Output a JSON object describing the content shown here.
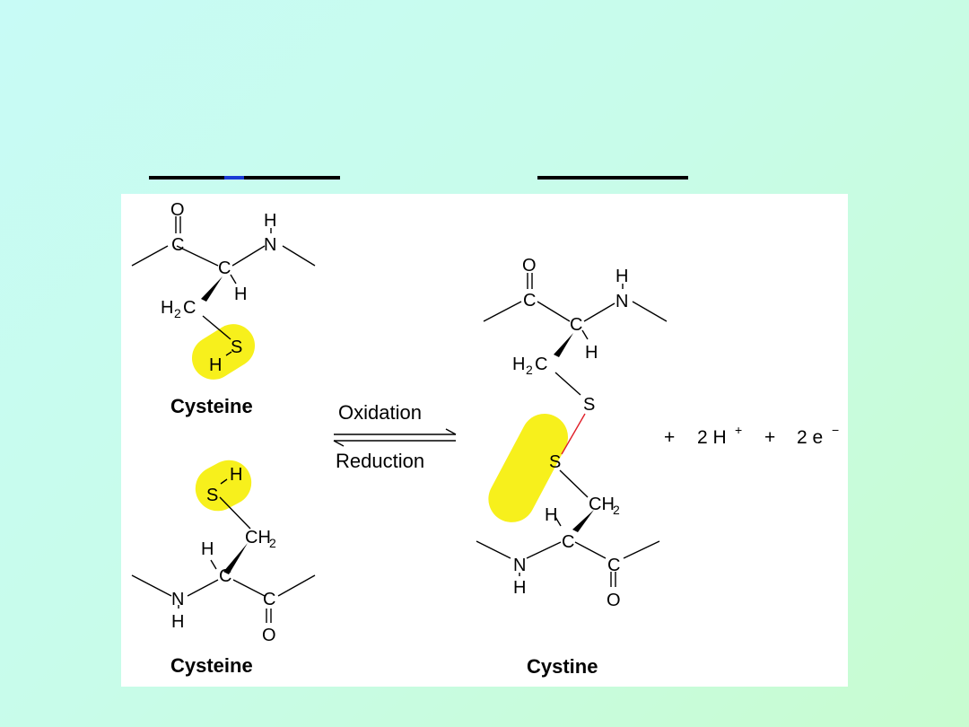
{
  "colors": {
    "background_start": "#c8fbf6",
    "background_end": "#c8fcd0",
    "highlight": "#f7f01c",
    "disulfide_bond": "#e0202a",
    "title_accent": "#1a3bd6"
  },
  "figure": {
    "cysteine_top": {
      "label": "Cysteine",
      "atoms": {
        "o": "O",
        "c_carbonyl": "C",
        "h_amide": "H",
        "n": "N",
        "c_alpha": "C",
        "h_alpha": "H",
        "h2": "H",
        "h2_sub": "2",
        "c_beta": "C",
        "s": "S",
        "h_thiol": "H"
      }
    },
    "cysteine_bottom": {
      "label": "Cysteine",
      "atoms": {
        "h_thiol": "H",
        "s": "S",
        "ch": "CH",
        "ch_sub": "2",
        "h_alpha": "H",
        "c_alpha": "C",
        "n": "N",
        "h_amide": "H",
        "c_carbonyl": "C",
        "o": "O"
      }
    },
    "reaction": {
      "forward_label": "Oxidation",
      "reverse_label": "Reduction"
    },
    "cystine": {
      "label": "Cystine",
      "atoms": {
        "o_top": "O",
        "c_top": "C",
        "h_top_amide": "H",
        "n_top": "N",
        "c_alpha_top": "C",
        "h_alpha_top": "H",
        "h2_top": "H",
        "h2_top_sub": "2",
        "c_beta_top": "C",
        "s_top": "S",
        "s_bottom": "S",
        "ch_bottom": "CH",
        "ch_bottom_sub": "2",
        "h_alpha_bottom": "H",
        "c_alpha_bottom": "C",
        "n_bottom": "N",
        "h_bottom_amide": "H",
        "c_bottom": "C",
        "o_bottom": "O"
      }
    },
    "byproducts": {
      "plus1": "+",
      "protons": "2 H",
      "proton_sup": "+",
      "plus2": "+",
      "electrons": "2 e",
      "electron_sup": "−"
    }
  }
}
